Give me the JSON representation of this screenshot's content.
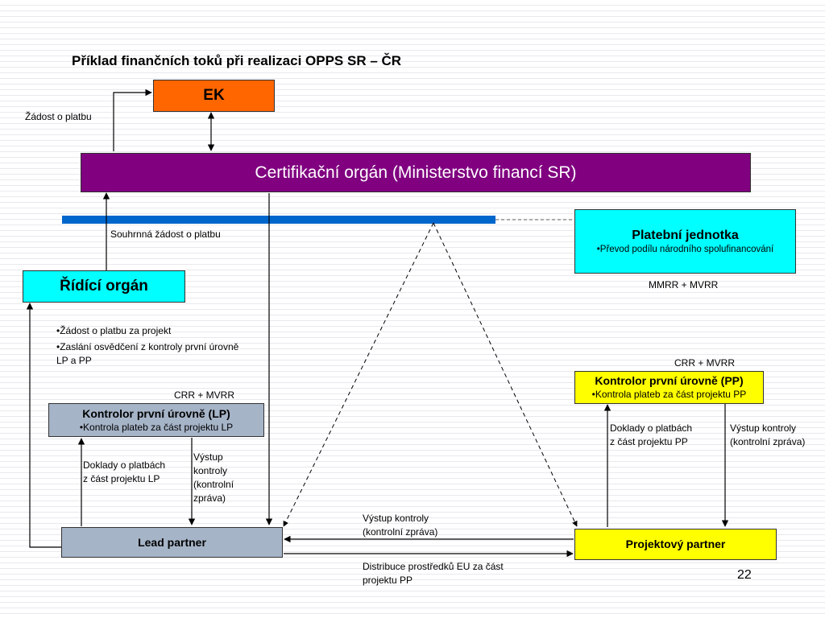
{
  "slide": {
    "title": "Příklad finančních toků při realizaci OPPS SR – ČR",
    "page_number": "22"
  },
  "nodes": {
    "ek": {
      "label": "EK"
    },
    "cert": {
      "label": "Certifikační orgán (Ministerstvo financí SR)"
    },
    "platebni": {
      "label": "Platební jednotka",
      "bullet": "•Převod podílu národního spolufinancování"
    },
    "ridici": {
      "label": "Řídící orgán"
    },
    "kontrolor_lp": {
      "label": "Kontrolor první úrovně (LP)",
      "bullet": "•Kontrola plateb za část projektu LP"
    },
    "kontrolor_pp": {
      "label": "Kontrolor první úrovně (PP)",
      "bullet": "•Kontrola plateb za část projektu PP"
    },
    "lead": {
      "label": "Lead partner"
    },
    "projektovy": {
      "label": "Projektový partner"
    }
  },
  "labels": {
    "zadost_o_platbu": "Žádost o platbu",
    "souhrnna": "Souhrnná žádost o platbu",
    "mmrr_mvrr": "MMRR + MVRR",
    "crr_mvrr_pp": "CRR + MVRR",
    "crr_mvrr_lp": "CRR + MVRR",
    "ro_bullet1": "•Žádost o platbu za projekt",
    "ro_bullet2": "•Zaslání osvědčení z kontroly první úrovně LP a PP",
    "doklady_lp": "Doklady o platbách z část projektu LP",
    "vystup_lp": "Výstup kontroly (kontrolní zpráva)",
    "doklady_pp": "Doklady o platbách z část projektu PP",
    "vystup_pp": "Výstup kontroly (kontrolní zpráva)",
    "vystup_mid": "Výstup kontroly (kontrolní zpráva)",
    "distribuce": "Distribuce prostředků EU za část projektu PP"
  },
  "colors": {
    "ek": "#ff6600",
    "cert": "#800080",
    "cyan": "#00ffff",
    "grey_box": "#a6b4c8",
    "yellow": "#ffff00",
    "blue_bar": "#0066cc"
  }
}
